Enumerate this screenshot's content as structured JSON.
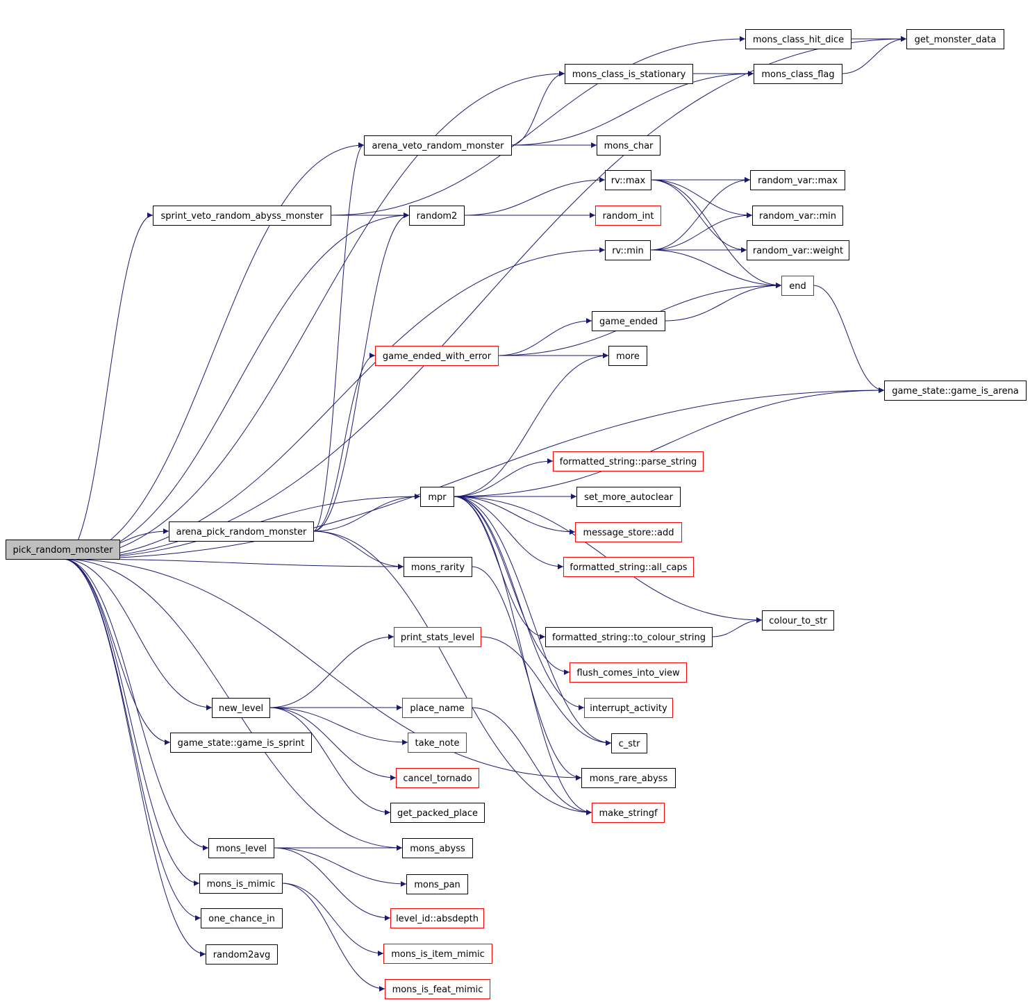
{
  "colors": {
    "edge": "#191970",
    "node_border": "#000000",
    "truncated_border": "#ff0000",
    "root_fill": "#bfbfbf"
  },
  "nodes": [
    {
      "id": "pick_random_monster",
      "label": "pick_random_monster",
      "style": "root"
    },
    {
      "id": "get_monster_data",
      "label": "get_monster_data",
      "style": "normal"
    },
    {
      "id": "mons_class_hit_dice",
      "label": "mons_class_hit_dice",
      "style": "normal"
    },
    {
      "id": "mons_class_is_stationary",
      "label": "mons_class_is_stationary",
      "style": "normal"
    },
    {
      "id": "mons_class_flag",
      "label": "mons_class_flag",
      "style": "normal"
    },
    {
      "id": "arena_veto_random_monster",
      "label": "arena_veto_random_monster",
      "style": "normal"
    },
    {
      "id": "mons_char",
      "label": "mons_char",
      "style": "normal"
    },
    {
      "id": "rv_max",
      "label": "rv::max",
      "style": "normal"
    },
    {
      "id": "random_var_max",
      "label": "random_var::max",
      "style": "normal"
    },
    {
      "id": "sprint_veto_random_abyss_monster",
      "label": "sprint_veto_random_abyss_monster",
      "style": "normal"
    },
    {
      "id": "random2",
      "label": "random2",
      "style": "normal"
    },
    {
      "id": "random_int",
      "label": "random_int",
      "style": "red"
    },
    {
      "id": "random_var_min",
      "label": "random_var::min",
      "style": "normal"
    },
    {
      "id": "rv_min",
      "label": "rv::min",
      "style": "normal"
    },
    {
      "id": "random_var_weight",
      "label": "random_var::weight",
      "style": "normal"
    },
    {
      "id": "end",
      "label": "end",
      "style": "red"
    },
    {
      "id": "game_ended",
      "label": "game_ended",
      "style": "normal"
    },
    {
      "id": "game_ended_with_error",
      "label": "game_ended_with_error",
      "style": "red"
    },
    {
      "id": "more",
      "label": "more",
      "style": "normal"
    },
    {
      "id": "game_is_arena",
      "label": "game_state::game_is_arena",
      "style": "normal"
    },
    {
      "id": "parse_string",
      "label": "formatted_string::parse_string",
      "style": "red"
    },
    {
      "id": "mpr",
      "label": "mpr",
      "style": "normal"
    },
    {
      "id": "set_more_autoclear",
      "label": "set_more_autoclear",
      "style": "normal"
    },
    {
      "id": "arena_pick_random_monster",
      "label": "arena_pick_random_monster",
      "style": "normal"
    },
    {
      "id": "message_store_add",
      "label": "message_store::add",
      "style": "red"
    },
    {
      "id": "mons_rarity",
      "label": "mons_rarity",
      "style": "normal"
    },
    {
      "id": "all_caps",
      "label": "formatted_string::all_caps",
      "style": "red"
    },
    {
      "id": "colour_to_str",
      "label": "colour_to_str",
      "style": "normal"
    },
    {
      "id": "print_stats_level",
      "label": "print_stats_level",
      "style": "red"
    },
    {
      "id": "to_colour_string",
      "label": "formatted_string::to_colour_string",
      "style": "normal"
    },
    {
      "id": "flush_comes_into_view",
      "label": "flush_comes_into_view",
      "style": "red"
    },
    {
      "id": "new_level",
      "label": "new_level",
      "style": "normal"
    },
    {
      "id": "place_name",
      "label": "place_name",
      "style": "red"
    },
    {
      "id": "interrupt_activity",
      "label": "interrupt_activity",
      "style": "red"
    },
    {
      "id": "game_is_sprint",
      "label": "game_state::game_is_sprint",
      "style": "normal"
    },
    {
      "id": "take_note",
      "label": "take_note",
      "style": "red"
    },
    {
      "id": "c_str",
      "label": "c_str",
      "style": "normal"
    },
    {
      "id": "cancel_tornado",
      "label": "cancel_tornado",
      "style": "red"
    },
    {
      "id": "mons_rare_abyss",
      "label": "mons_rare_abyss",
      "style": "normal"
    },
    {
      "id": "get_packed_place",
      "label": "get_packed_place",
      "style": "normal"
    },
    {
      "id": "make_stringf",
      "label": "make_stringf",
      "style": "red"
    },
    {
      "id": "mons_level",
      "label": "mons_level",
      "style": "normal"
    },
    {
      "id": "mons_abyss",
      "label": "mons_abyss",
      "style": "normal"
    },
    {
      "id": "mons_pan",
      "label": "mons_pan",
      "style": "normal"
    },
    {
      "id": "mons_is_mimic",
      "label": "mons_is_mimic",
      "style": "normal"
    },
    {
      "id": "absdepth",
      "label": "level_id::absdepth",
      "style": "red"
    },
    {
      "id": "one_chance_in",
      "label": "one_chance_in",
      "style": "normal"
    },
    {
      "id": "mons_is_item_mimic",
      "label": "mons_is_item_mimic",
      "style": "red"
    },
    {
      "id": "random2avg",
      "label": "random2avg",
      "style": "normal"
    },
    {
      "id": "mons_is_feat_mimic",
      "label": "mons_is_feat_mimic",
      "style": "red"
    }
  ],
  "edges": [
    [
      "pick_random_monster",
      "get_monster_data"
    ],
    [
      "pick_random_monster",
      "mons_class_is_stationary"
    ],
    [
      "pick_random_monster",
      "arena_veto_random_monster"
    ],
    [
      "pick_random_monster",
      "sprint_veto_random_abyss_monster"
    ],
    [
      "pick_random_monster",
      "random2"
    ],
    [
      "pick_random_monster",
      "rv_min"
    ],
    [
      "pick_random_monster",
      "game_is_arena"
    ],
    [
      "pick_random_monster",
      "mpr"
    ],
    [
      "pick_random_monster",
      "arena_pick_random_monster"
    ],
    [
      "pick_random_monster",
      "mons_rarity"
    ],
    [
      "pick_random_monster",
      "mons_rare_abyss"
    ],
    [
      "pick_random_monster",
      "new_level"
    ],
    [
      "pick_random_monster",
      "game_is_sprint"
    ],
    [
      "pick_random_monster",
      "mons_abyss"
    ],
    [
      "pick_random_monster",
      "mons_level"
    ],
    [
      "pick_random_monster",
      "mons_is_mimic"
    ],
    [
      "pick_random_monster",
      "one_chance_in"
    ],
    [
      "pick_random_monster",
      "random2avg"
    ],
    [
      "mons_class_hit_dice",
      "get_monster_data"
    ],
    [
      "mons_class_is_stationary",
      "mons_class_flag"
    ],
    [
      "mons_class_flag",
      "get_monster_data"
    ],
    [
      "arena_veto_random_monster",
      "mons_class_is_stationary"
    ],
    [
      "arena_veto_random_monster",
      "mons_class_flag"
    ],
    [
      "arena_veto_random_monster",
      "mons_char"
    ],
    [
      "sprint_veto_random_abyss_monster",
      "mons_class_hit_dice"
    ],
    [
      "sprint_veto_random_abyss_monster",
      "random2"
    ],
    [
      "random2",
      "rv_max"
    ],
    [
      "random2",
      "random_int"
    ],
    [
      "rv_max",
      "random_var_max"
    ],
    [
      "rv_max",
      "random_var_min"
    ],
    [
      "rv_max",
      "random_var_weight"
    ],
    [
      "rv_max",
      "end"
    ],
    [
      "rv_min",
      "random_var_max"
    ],
    [
      "rv_min",
      "random_var_min"
    ],
    [
      "rv_min",
      "random_var_weight"
    ],
    [
      "rv_min",
      "end"
    ],
    [
      "end",
      "game_is_arena"
    ],
    [
      "game_ended",
      "end"
    ],
    [
      "game_ended_with_error",
      "end"
    ],
    [
      "game_ended_with_error",
      "game_ended"
    ],
    [
      "game_ended_with_error",
      "more"
    ],
    [
      "mpr",
      "more"
    ],
    [
      "mpr",
      "game_is_arena"
    ],
    [
      "mpr",
      "parse_string"
    ],
    [
      "mpr",
      "set_more_autoclear"
    ],
    [
      "mpr",
      "message_store_add"
    ],
    [
      "mpr",
      "all_caps"
    ],
    [
      "mpr",
      "colour_to_str"
    ],
    [
      "mpr",
      "to_colour_string"
    ],
    [
      "mpr",
      "flush_comes_into_view"
    ],
    [
      "mpr",
      "interrupt_activity"
    ],
    [
      "mpr",
      "c_str"
    ],
    [
      "mpr",
      "make_stringf"
    ],
    [
      "to_colour_string",
      "colour_to_str"
    ],
    [
      "arena_pick_random_monster",
      "arena_veto_random_monster"
    ],
    [
      "arena_pick_random_monster",
      "random2"
    ],
    [
      "arena_pick_random_monster",
      "game_ended_with_error"
    ],
    [
      "arena_pick_random_monster",
      "mpr"
    ],
    [
      "arena_pick_random_monster",
      "mons_rarity"
    ],
    [
      "arena_pick_random_monster",
      "make_stringf"
    ],
    [
      "mons_rarity",
      "mons_rare_abyss"
    ],
    [
      "new_level",
      "print_stats_level"
    ],
    [
      "new_level",
      "place_name"
    ],
    [
      "new_level",
      "take_note"
    ],
    [
      "new_level",
      "cancel_tornado"
    ],
    [
      "new_level",
      "get_packed_place"
    ],
    [
      "print_stats_level",
      "c_str"
    ],
    [
      "place_name",
      "make_stringf"
    ],
    [
      "mons_level",
      "mons_abyss"
    ],
    [
      "mons_level",
      "mons_pan"
    ],
    [
      "mons_level",
      "absdepth"
    ],
    [
      "mons_is_mimic",
      "mons_is_item_mimic"
    ],
    [
      "mons_is_mimic",
      "mons_is_feat_mimic"
    ]
  ]
}
